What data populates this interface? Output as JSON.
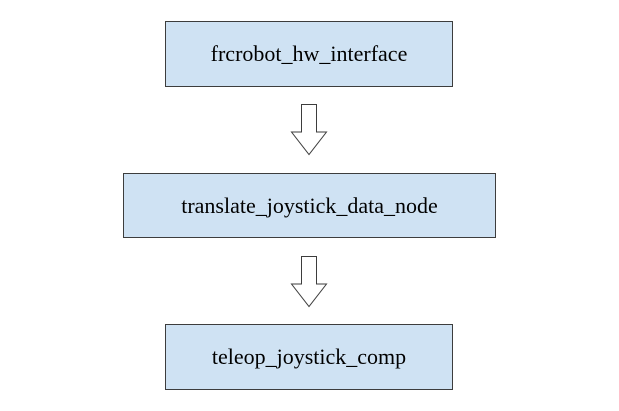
{
  "nodes": [
    {
      "label": "frcrobot_hw_interface"
    },
    {
      "label": "translate_joystick_data_node"
    },
    {
      "label": "teleop_joystick_comp"
    }
  ],
  "colors": {
    "node_fill": "#cfe2f3",
    "node_border": "#3d3d3d",
    "arrow_fill": "#ffffff",
    "arrow_stroke": "#3d3d3d"
  },
  "icons": [
    "down-arrow-icon"
  ]
}
